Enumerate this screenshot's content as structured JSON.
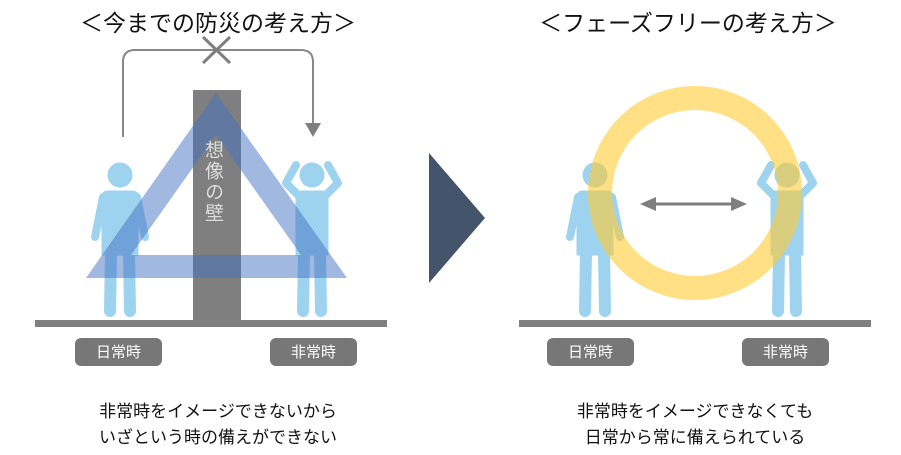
{
  "left": {
    "title": "＜今までの防災の考え方＞",
    "wall_text": "想像の壁",
    "label_normal": "日常時",
    "label_emergency": "非常時",
    "caption_line1": "非常時をイメージできないから",
    "caption_line2": "いざという時の備えができない"
  },
  "right": {
    "title": "＜フェーズフリーの考え方＞",
    "label_normal": "日常時",
    "label_emergency": "非常時",
    "caption_line1": "非常時をイメージできなくても",
    "caption_line2": "日常から常に備えられている"
  },
  "colors": {
    "person": "#9dd3ee",
    "triangle": "#4472c4",
    "ring": "#ffd24d",
    "wall": "#7f7f7f",
    "chevron": "#44546a"
  }
}
